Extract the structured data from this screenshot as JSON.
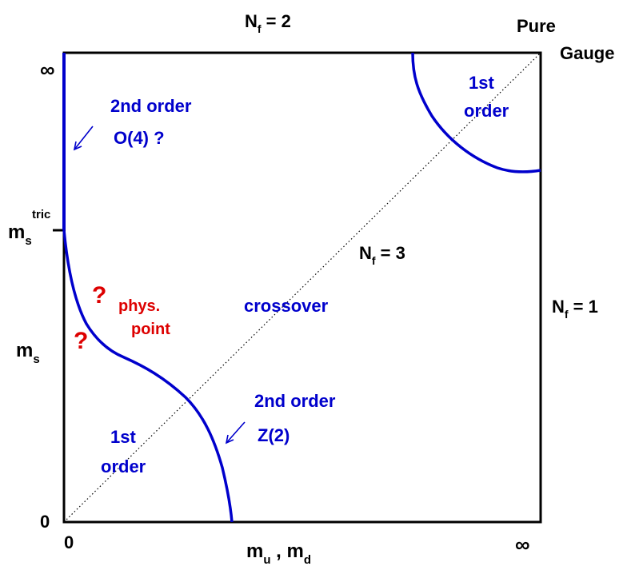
{
  "colors": {
    "frame": "#000000",
    "curve": "#0000cc",
    "label_blue": "#0000cc",
    "label_red": "#dd0000",
    "diagonal": "#000000"
  },
  "corners": {
    "nf2": {
      "base": "N",
      "sub": "f",
      "rest": " = 2"
    },
    "pure_line1": "Pure",
    "pure_line2": "Gauge",
    "nf1": {
      "base": "N",
      "sub": "f",
      "rest": " = 1"
    },
    "nf3": {
      "base": "N",
      "sub": "f",
      "rest": " = 3"
    }
  },
  "axes": {
    "y_infinity": "∞",
    "x_infinity": "∞",
    "origin_y": "0",
    "origin_x": "0",
    "ms_tric": {
      "base": "m",
      "sub": "s",
      "sup": "tric"
    },
    "ms": {
      "base": "m",
      "sub": "s"
    },
    "xlabel": {
      "m1": "m",
      "sub1": "u",
      "sep": " , ",
      "m2": "m",
      "sub2": "d"
    }
  },
  "regions": {
    "second_order_o4_line1": "2nd order",
    "second_order_o4_line2": "O(4) ?",
    "first_order_top_line1": "1st",
    "first_order_top_line2": "order",
    "crossover": "crossover",
    "second_order_z2_line1": "2nd order",
    "second_order_z2_line2": "Z(2)",
    "first_order_bottom_line1": "1st",
    "first_order_bottom_line2": "order",
    "phys_line1": "phys.",
    "phys_line2": "point",
    "question_mark": "?"
  }
}
